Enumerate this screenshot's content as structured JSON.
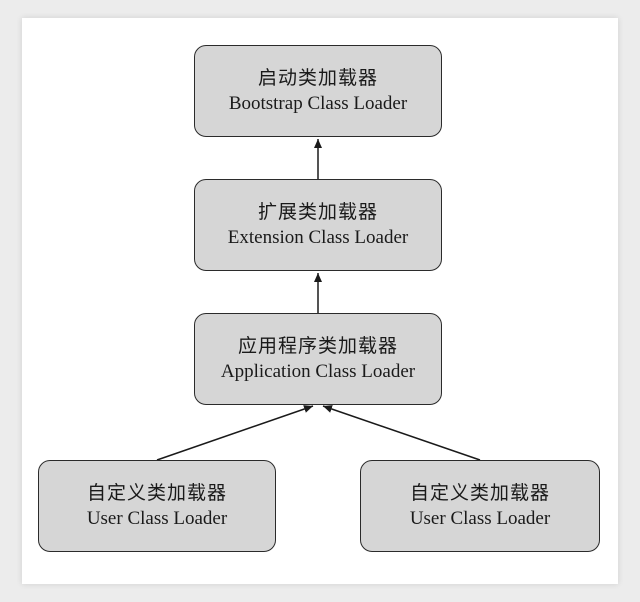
{
  "nodes": {
    "bootstrap": {
      "cn": "启动类加载器",
      "en": "Bootstrap Class Loader"
    },
    "extension": {
      "cn": "扩展类加载器",
      "en": "Extension Class Loader"
    },
    "application": {
      "cn": "应用程序类加载器",
      "en": "Application Class Loader"
    },
    "user_left": {
      "cn": "自定义类加载器",
      "en": "User Class Loader"
    },
    "user_right": {
      "cn": "自定义类加载器",
      "en": "User Class Loader"
    }
  },
  "edges": [
    {
      "from": "extension",
      "to": "bootstrap"
    },
    {
      "from": "application",
      "to": "extension"
    },
    {
      "from": "user_left",
      "to": "application"
    },
    {
      "from": "user_right",
      "to": "application"
    }
  ],
  "colors": {
    "node_fill": "#d6d6d6",
    "stroke": "#2b2b2b"
  }
}
